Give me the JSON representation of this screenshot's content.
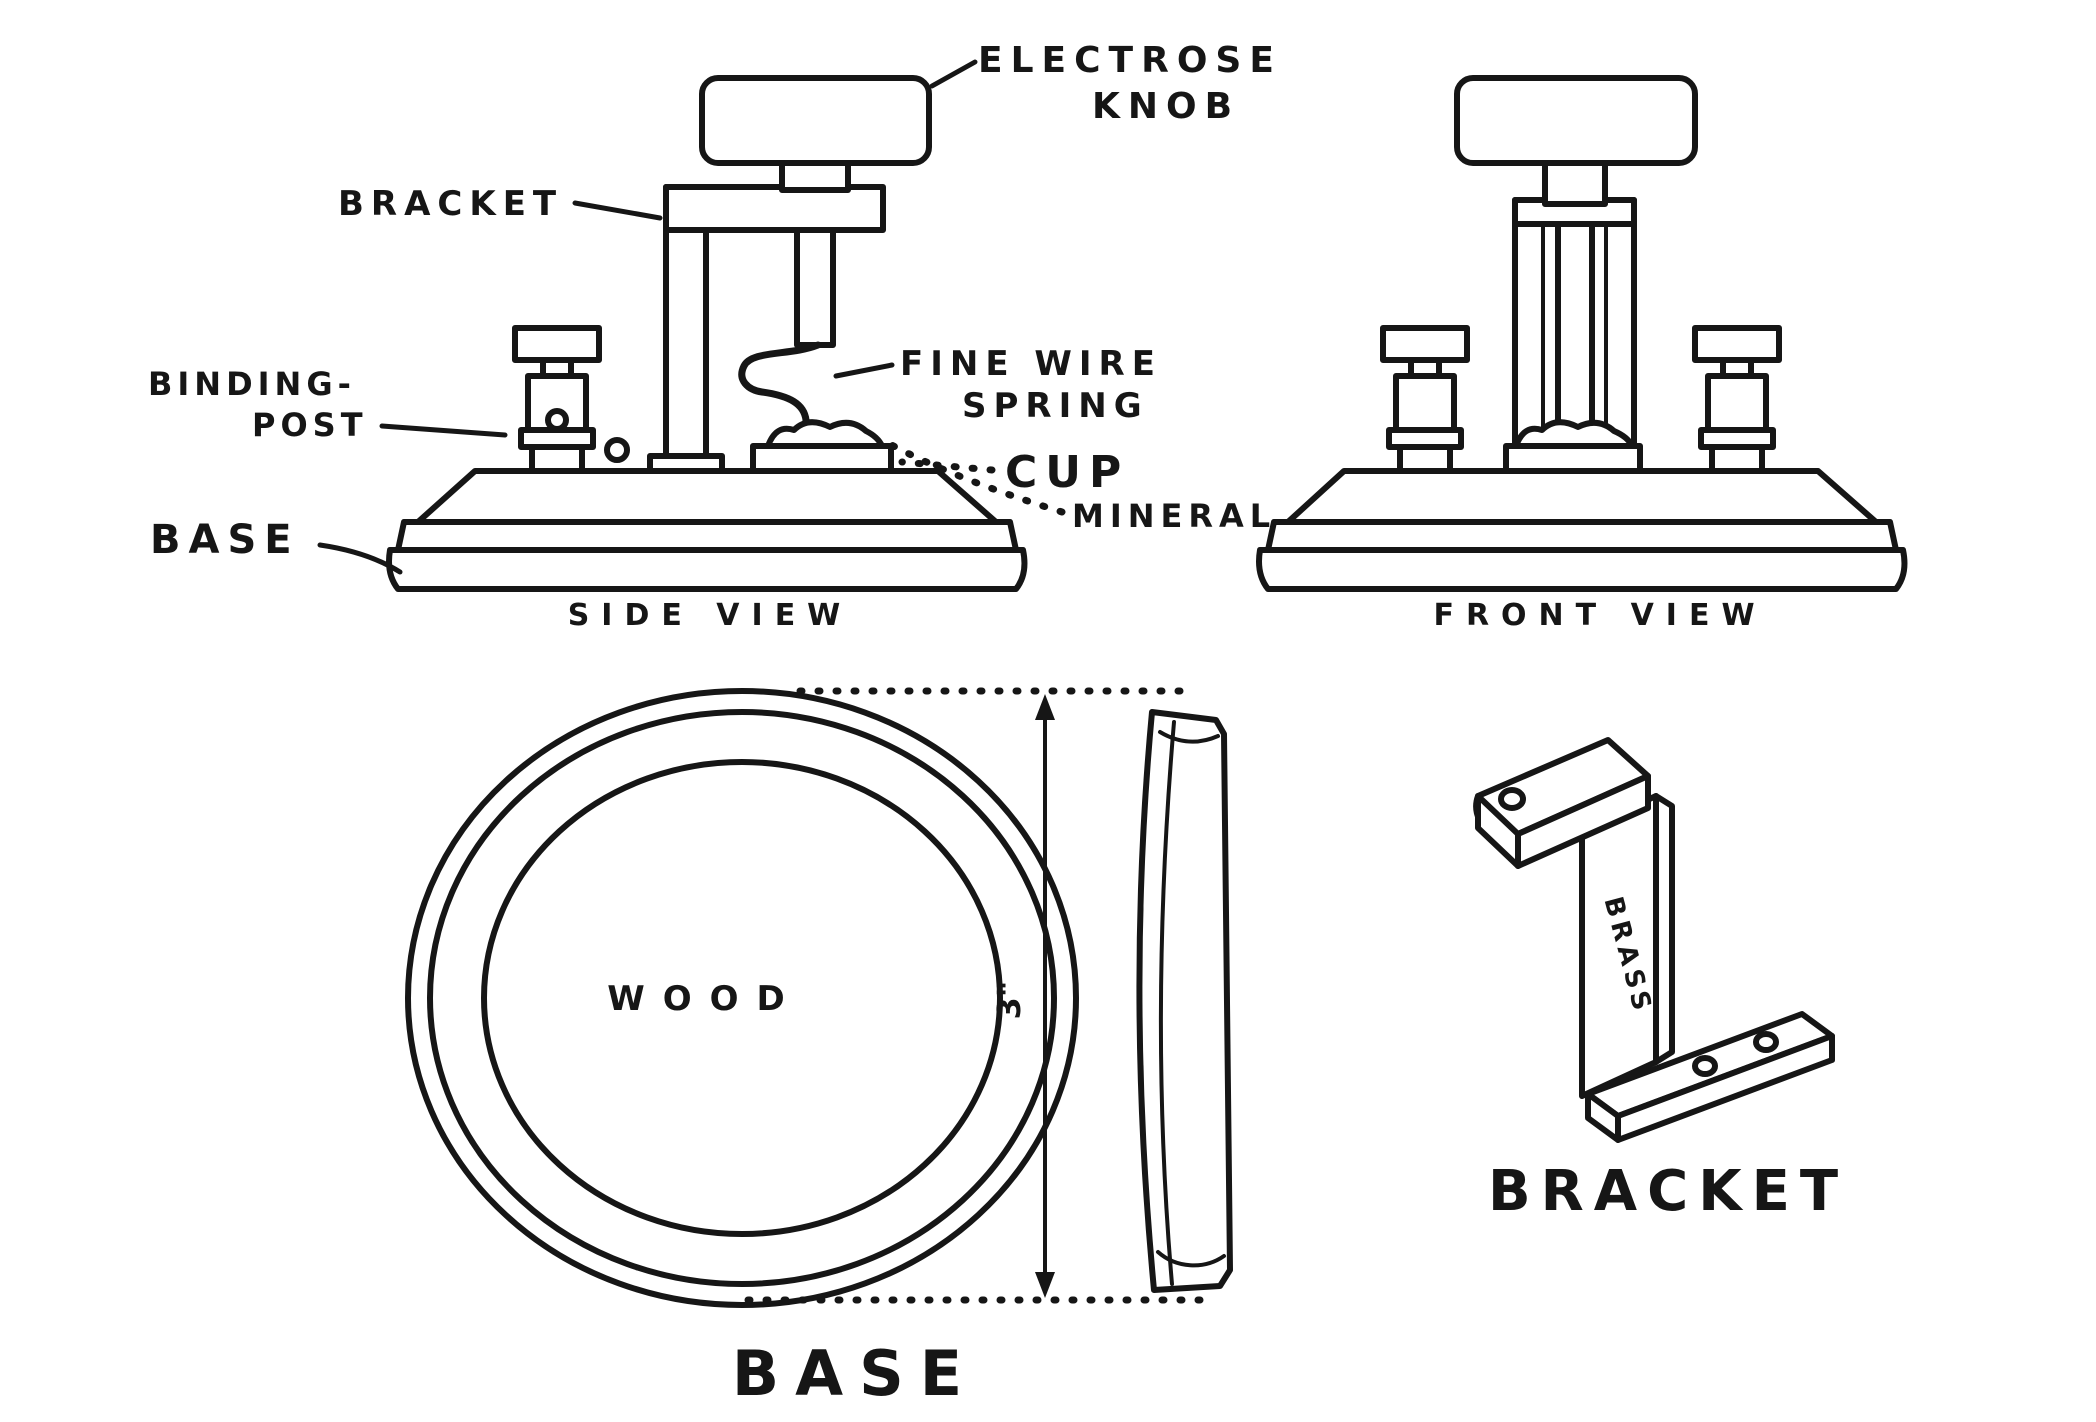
{
  "side_view": {
    "caption": "SIDE VIEW",
    "labels": {
      "electrose_1": "ELECTROSE",
      "electrose_2": "KNOB",
      "bracket": "BRACKET",
      "binding_1": "BINDING-",
      "binding_2": "POST",
      "fine_wire_1": "FINE WIRE",
      "fine_wire_2": "SPRING",
      "cup": "CUP",
      "mineral": "MINERAL",
      "base": "BASE"
    }
  },
  "front_view": {
    "caption": "FRONT VIEW"
  },
  "base_detail": {
    "material": "WOOD",
    "dimension": "3\"",
    "caption": "BASE"
  },
  "bracket_detail": {
    "material": "BRASS",
    "caption": "BRACKET"
  },
  "colors": {
    "ink": "#161616",
    "paper": "#ffffff"
  }
}
